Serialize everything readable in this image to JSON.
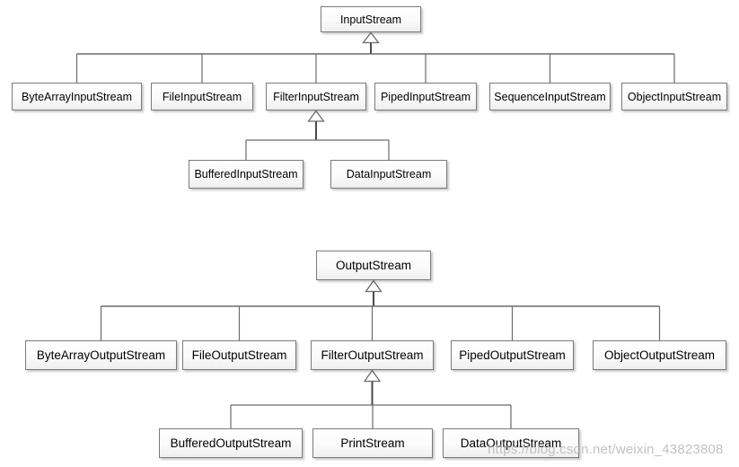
{
  "watermark": {
    "text": "https://blog.csdn.net/weixin_43823808"
  },
  "diagram": {
    "type": "uml-class-inheritance",
    "input_tree": {
      "root": "InputStream",
      "children": [
        "ByteArrayInputStream",
        "FileInputStream",
        "FilterInputStream",
        "PipedInputStream",
        "SequenceInputStream",
        "ObjectInputStream"
      ],
      "filter_children": [
        "BufferedInputStream",
        "DataInputStream"
      ]
    },
    "output_tree": {
      "root": "OutputStream",
      "children": [
        "ByteArrayOutputStream",
        "FileOutputStream",
        "FilterOutputStream",
        "PipedOutputStream",
        "ObjectOutputStream"
      ],
      "filter_children": [
        "BufferedOutputStream",
        "PrintStream",
        "DataOutputStream"
      ]
    },
    "colors": {
      "box_border": "#7a7a7a",
      "box_fill_top": "#ffffff",
      "box_fill_bottom": "#efefef",
      "connector": "#6b6b6b",
      "arrowhead_fill": "#ffffff",
      "text": "#000000",
      "watermark": "#b4b4b4"
    }
  }
}
